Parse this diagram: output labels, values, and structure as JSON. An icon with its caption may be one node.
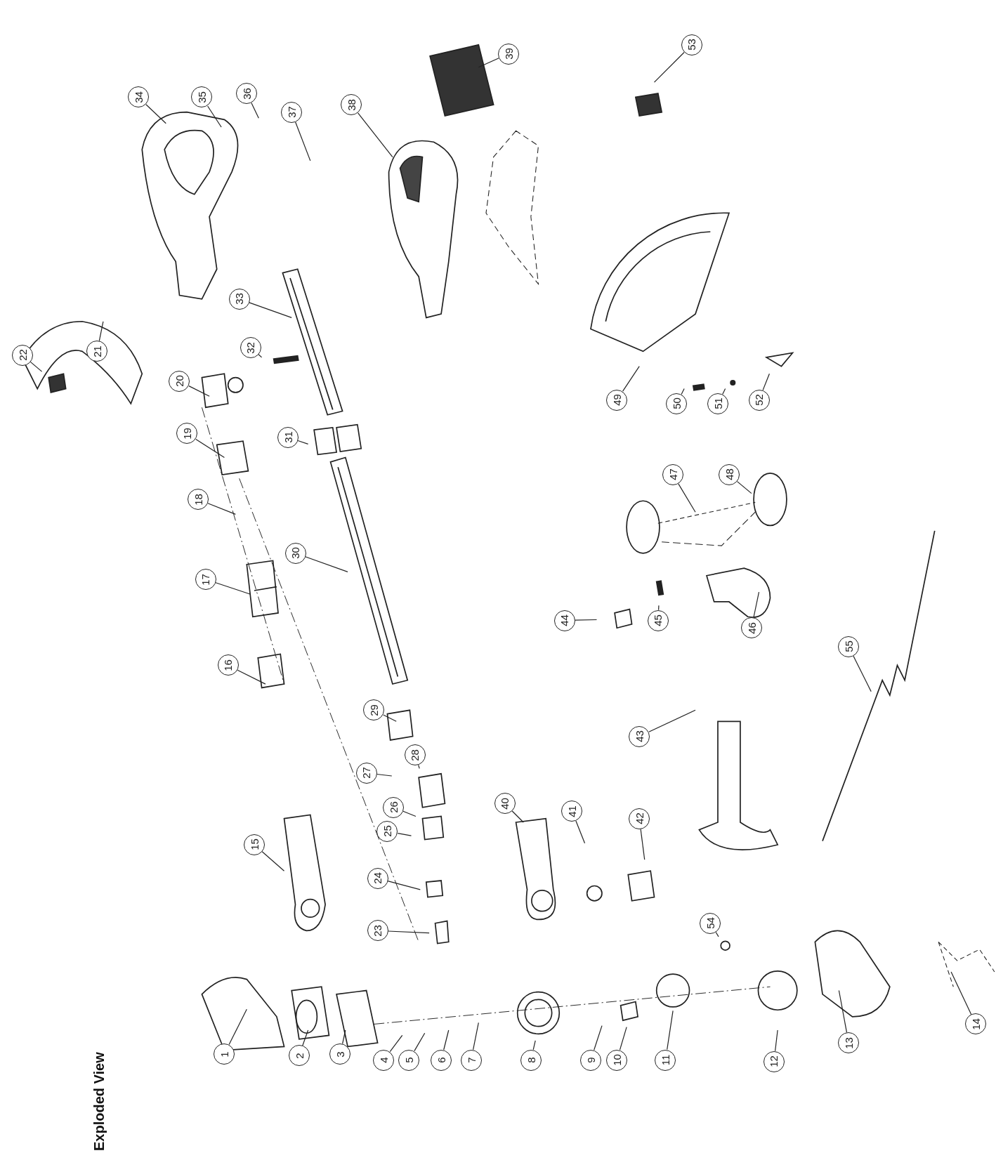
{
  "diagram": {
    "nodes": [
      {
        "text": [
          "1"
        ]
      },
      {
        "text": [
          "2"
        ]
      },
      {
        "text": [
          "3"
        ]
      },
      {
        "text": [
          "4"
        ]
      },
      {
        "text": [
          "5"
        ]
      },
      {
        "text": [
          "6"
        ]
      },
      {
        "text": [
          "7"
        ]
      },
      {
        "text": [
          "8"
        ]
      },
      {
        "text": [
          "9"
        ]
      },
      {
        "text": [
          "10"
        ]
      },
      {
        "text": [
          "11"
        ]
      },
      {
        "text": [
          "12"
        ]
      },
      {
        "text": [
          "13"
        ]
      },
      {
        "text": [
          "14"
        ]
      },
      {
        "text": [
          "15"
        ]
      },
      {
        "text": [
          "16"
        ]
      },
      {
        "text": [
          "17"
        ]
      },
      {
        "text": [
          "18"
        ]
      },
      {
        "text": [
          "19"
        ]
      },
      {
        "text": [
          "20"
        ]
      },
      {
        "text": [
          "21"
        ]
      },
      {
        "text": [
          "22"
        ]
      },
      {
        "text": [
          "23"
        ]
      },
      {
        "text": [
          "24"
        ]
      },
      {
        "text": [
          "25"
        ]
      },
      {
        "text": [
          "26"
        ]
      },
      {
        "text": [
          "27"
        ]
      },
      {
        "text": [
          "28"
        ]
      },
      {
        "text": [
          "29"
        ]
      },
      {
        "text": [
          "30"
        ]
      },
      {
        "text": [
          "31"
        ]
      },
      {
        "text": [
          "32"
        ]
      },
      {
        "text": [
          "33"
        ]
      },
      {
        "text": [
          "34"
        ]
      },
      {
        "text": [
          "35"
        ]
      },
      {
        "text": [
          "36"
        ]
      },
      {
        "text": [
          "37"
        ]
      },
      {
        "text": [
          "38"
        ]
      },
      {
        "text": [
          "39"
        ]
      },
      {
        "text": [
          "40"
        ]
      },
      {
        "text": [
          "41"
        ]
      },
      {
        "text": [
          "42"
        ]
      },
      {
        "text": [
          "43"
        ]
      },
      {
        "text": [
          "44"
        ]
      },
      {
        "text": [
          "45"
        ]
      },
      {
        "text": [
          "46"
        ]
      },
      {
        "text": [
          "47"
        ]
      },
      {
        "text": [
          "48"
        ]
      },
      {
        "text": [
          "49"
        ]
      },
      {
        "text": [
          "50"
        ]
      },
      {
        "text": [
          "51"
        ]
      },
      {
        "text": [
          "52"
        ]
      },
      {
        "text": [
          "53"
        ]
      },
      {
        "text": [
          "54"
        ]
      },
      {
        "text": [
          "55"
        ]
      }
    ],
    "edges": [
      {
        "from": 0,
        "to": null,
        "arrow": "none"
      },
      {
        "from": 1,
        "to": null,
        "arrow": "none"
      },
      {
        "from": 2,
        "to": null,
        "arrow": "none"
      },
      {
        "from": 3,
        "to": null,
        "arrow": "none"
      },
      {
        "from": 4,
        "to": null,
        "arrow": "none"
      },
      {
        "from": 5,
        "to": null,
        "arrow": "none"
      },
      {
        "from": 6,
        "to": null,
        "arrow": "none"
      },
      {
        "from": 7,
        "to": null,
        "arrow": "none"
      },
      {
        "from": 8,
        "to": null,
        "arrow": "none"
      },
      {
        "from": 9,
        "to": null,
        "arrow": "none"
      },
      {
        "from": 10,
        "to": null,
        "arrow": "none"
      },
      {
        "from": 11,
        "to": null,
        "arrow": "none"
      },
      {
        "from": 12,
        "to": null,
        "arrow": "none"
      },
      {
        "from": 13,
        "to": null,
        "arrow": "none"
      },
      {
        "from": 14,
        "to": null,
        "arrow": "none"
      },
      {
        "from": 15,
        "to": null,
        "arrow": "none"
      },
      {
        "from": 16,
        "to": null,
        "arrow": "none"
      },
      {
        "from": 17,
        "to": null,
        "arrow": "none"
      },
      {
        "from": 18,
        "to": null,
        "arrow": "none"
      },
      {
        "from": 19,
        "to": null,
        "arrow": "none"
      },
      {
        "from": 20,
        "to": null,
        "arrow": "none"
      },
      {
        "from": 21,
        "to": null,
        "arrow": "none"
      },
      {
        "from": 22,
        "to": null,
        "arrow": "none"
      },
      {
        "from": 23,
        "to": null,
        "arrow": "none"
      },
      {
        "from": 24,
        "to": null,
        "arrow": "none"
      },
      {
        "from": 25,
        "to": null,
        "arrow": "none"
      },
      {
        "from": 26,
        "to": null,
        "arrow": "none"
      },
      {
        "from": 27,
        "to": null,
        "arrow": "none"
      },
      {
        "from": 28,
        "to": null,
        "arrow": "none"
      },
      {
        "from": 29,
        "to": null,
        "arrow": "none"
      },
      {
        "from": 30,
        "to": null,
        "arrow": "none"
      },
      {
        "from": 31,
        "to": null,
        "arrow": "none"
      },
      {
        "from": 32,
        "to": null,
        "arrow": "none"
      },
      {
        "from": 33,
        "to": null,
        "arrow": "none"
      },
      {
        "from": 34,
        "to": null,
        "arrow": "none"
      },
      {
        "from": 35,
        "to": null,
        "arrow": "none"
      },
      {
        "from": 36,
        "to": null,
        "arrow": "none"
      },
      {
        "from": 37,
        "to": null,
        "arrow": "none"
      },
      {
        "from": 38,
        "to": null,
        "arrow": "none"
      },
      {
        "from": 39,
        "to": null,
        "arrow": "none"
      },
      {
        "from": 40,
        "to": null,
        "arrow": "none"
      },
      {
        "from": 41,
        "to": null,
        "arrow": "none"
      },
      {
        "from": 42,
        "to": null,
        "arrow": "none"
      },
      {
        "from": 43,
        "to": null,
        "arrow": "none"
      },
      {
        "from": 44,
        "to": null,
        "arrow": "none"
      },
      {
        "from": 45,
        "to": null,
        "arrow": "none"
      },
      {
        "from": 46,
        "to": null,
        "arrow": "none"
      },
      {
        "from": 47,
        "to": null,
        "arrow": "none"
      },
      {
        "from": 48,
        "to": null,
        "arrow": "none"
      },
      {
        "from": 49,
        "to": null,
        "arrow": "none"
      },
      {
        "from": 50,
        "to": null,
        "arrow": "none"
      },
      {
        "from": 51,
        "to": null,
        "arrow": "none"
      },
      {
        "from": 52,
        "to": null,
        "arrow": "none"
      },
      {
        "from": 53,
        "to": null,
        "arrow": "none"
      },
      {
        "from": 54,
        "to": null,
        "arrow": "none"
      }
    ],
    "labels": [
      "Exploded View"
    ]
  }
}
